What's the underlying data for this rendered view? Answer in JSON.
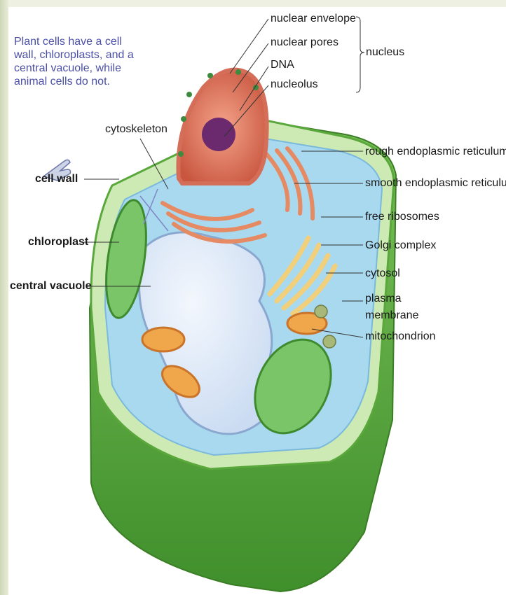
{
  "intro": {
    "lines": [
      "Plant cells have a cell",
      "wall, chloroplasts, and a",
      "central vacuole, while",
      "animal cells do not."
    ]
  },
  "labels": {
    "nuclear_envelope": "nuclear envelope",
    "nuclear_pores": "nuclear pores",
    "dna": "DNA",
    "nucleolus": "nucleolus",
    "nucleus": "nucleus",
    "cytoskeleton": "cytoskeleton",
    "rough_er": "rough endoplasmic reticulum",
    "smooth_er": "smooth endoplasmic reticulum",
    "free_ribosomes": "free ribosomes",
    "golgi": "Golgi complex",
    "cytosol": "cytosol",
    "plasma_membrane_1": "plasma",
    "plasma_membrane_2": "membrane",
    "mitochondrion": "mitochondrion",
    "cell_wall": "cell wall",
    "chloroplast": "chloroplast",
    "central_vacuole": "central vacuole"
  },
  "colors": {
    "cell_wall_outer": "#5aa83c",
    "cell_wall_inner": "#bfe3a3",
    "cytosol": "#a9d9ef",
    "vacuole": "#dfeaf8",
    "nucleus": "#e9836b",
    "nucleolus": "#6b2a6e",
    "er": "#e58a63",
    "golgi": "#f2cf7a",
    "mitochondrion": "#f0a64a",
    "chloroplast": "#7bc569",
    "intro_text": "#4b4fa6"
  }
}
